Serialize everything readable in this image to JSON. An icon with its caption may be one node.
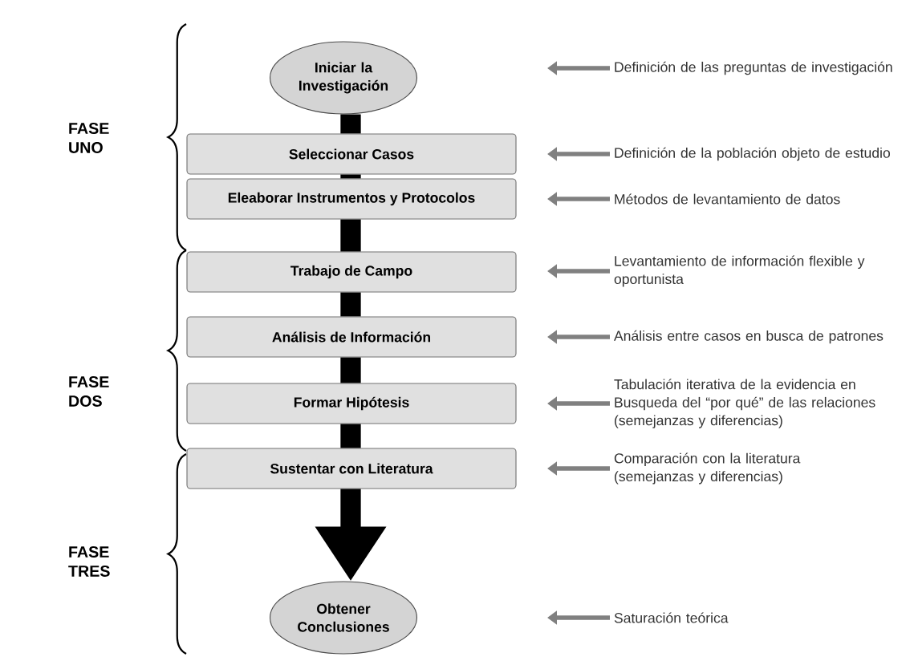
{
  "diagram": {
    "nodes": [
      {
        "text": [
          "Iniciar la Investigación"
        ]
      },
      {
        "text": [
          "Seleccionar Casos"
        ]
      },
      {
        "text": [
          "Eleaborar Instrumentos y Protocolos"
        ]
      },
      {
        "text": [
          "Trabajo de Campo"
        ]
      },
      {
        "text": [
          "Análisis de Información"
        ]
      },
      {
        "text": [
          "Formar Hipótesis"
        ]
      },
      {
        "text": [
          "Sustentar con Literatura"
        ]
      },
      {
        "text": [
          "Obtener Conclusiones"
        ]
      },
      {
        "text": [
          "Definición de las preguntas de investigación"
        ]
      },
      {
        "text": [
          "Definición de la población objeto de estudio"
        ]
      },
      {
        "text": [
          "Métodos de levantamiento de datos"
        ]
      },
      {
        "text": [
          "Levantamiento de información flexible y oportunista"
        ]
      },
      {
        "text": [
          "Análisis entre casos en busca de patrones"
        ]
      },
      {
        "text": [
          "Tabulación iterativa de la evidencia en Busqueda del “por qué” de las relaciones (semejanzas y diferencias)"
        ]
      },
      {
        "text": [
          "Comparación con la literatura (semejanzas y diferencias)"
        ]
      },
      {
        "text": [
          "Saturación teórica"
        ]
      }
    ],
    "edges": [
      {
        "from": 0,
        "to": 1,
        "arrow": "none",
        "style": "thick",
        "color": "#000000"
      },
      {
        "from": 1,
        "to": 2,
        "arrow": "none",
        "style": "thick",
        "color": "#000000"
      },
      {
        "from": 2,
        "to": 3,
        "arrow": "none",
        "style": "thick",
        "color": "#000000"
      },
      {
        "from": 3,
        "to": 4,
        "arrow": "none",
        "style": "thick",
        "color": "#000000"
      },
      {
        "from": 4,
        "to": 5,
        "arrow": "none",
        "style": "thick",
        "color": "#000000"
      },
      {
        "from": 5,
        "to": 6,
        "arrow": "none",
        "style": "thick",
        "color": "#000000"
      },
      {
        "from": 6,
        "to": 7,
        "arrow": "to",
        "style": "thick",
        "color": "#000000"
      },
      {
        "from": 8,
        "to": null,
        "arrow": "to"
      },
      {
        "from": 9,
        "to": null,
        "arrow": "to"
      },
      {
        "from": 10,
        "to": null,
        "arrow": "to"
      },
      {
        "from": 11,
        "to": null,
        "arrow": "to"
      },
      {
        "from": 12,
        "to": null,
        "arrow": "to"
      },
      {
        "from": 13,
        "to": null,
        "arrow": "to"
      },
      {
        "from": 14,
        "to": null,
        "arrow": "to"
      },
      {
        "from": 15,
        "to": null,
        "arrow": "to"
      }
    ],
    "labels": [
      "FASE UNO",
      "FASE DOS",
      "FASE TRES"
    ]
  }
}
